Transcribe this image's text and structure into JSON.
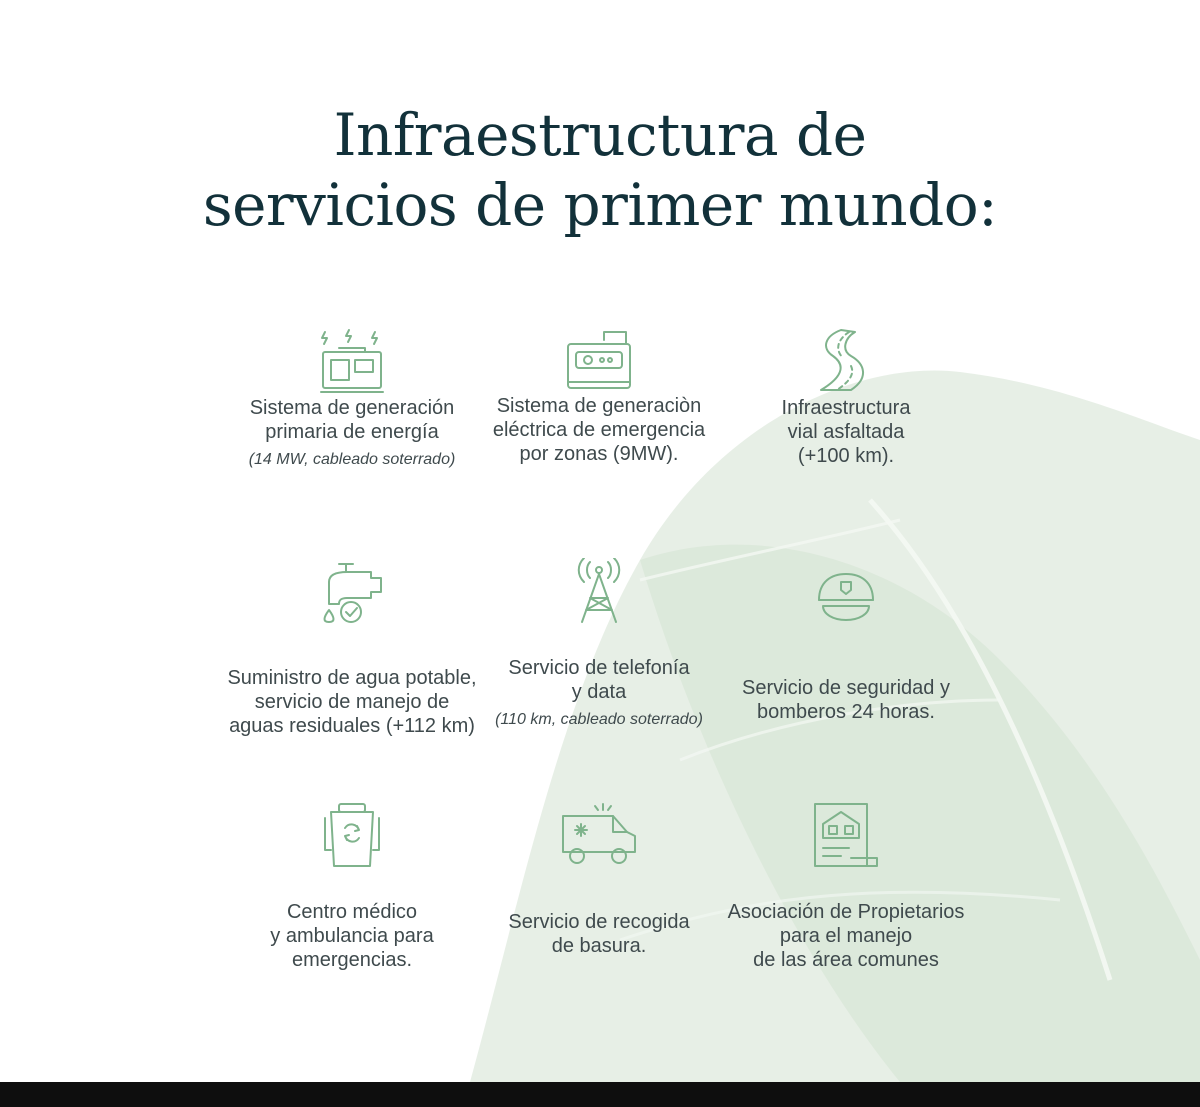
{
  "title": {
    "line1": "Infraestructura de",
    "line2": "servicios de primer mundo:"
  },
  "colors": {
    "title": "#12313a",
    "text": "#3f4a4d",
    "icon": "#7fb38c",
    "leaf": "#dbe7da",
    "footer": "#0e0e0e"
  },
  "services": [
    {
      "icon": "power-generator-icon",
      "lines": [
        "Sistema de generación",
        "primaria de energía"
      ],
      "note": "(14 MW, cableado soterrado)"
    },
    {
      "icon": "emergency-generator-icon",
      "lines": [
        "Sistema de generaciòn",
        "eléctrica de emergencia",
        "por zonas (9MW)."
      ],
      "note": ""
    },
    {
      "icon": "paved-road-icon",
      "lines": [
        "Infraestructura",
        "vial asfaltada",
        "(+100 km)."
      ],
      "note": ""
    },
    {
      "icon": "water-tap-icon",
      "lines": [
        "Suministro de agua potable,",
        "servicio de manejo de",
        "aguas residuales (+112 km)"
      ],
      "note": ""
    },
    {
      "icon": "telecom-tower-icon",
      "lines": [
        "Servicio de telefonía",
        "y data"
      ],
      "note": "(110 km, cableado soterrado)"
    },
    {
      "icon": "security-cap-icon",
      "lines": [
        "Servicio de seguridad y",
        "bomberos 24 horas."
      ],
      "note": ""
    },
    {
      "icon": "recycling-bin-icon",
      "lines": [
        "Centro médico",
        "y ambulancia para",
        "emergencias."
      ],
      "note": ""
    },
    {
      "icon": "ambulance-icon",
      "lines": [
        "Servicio de recogida",
        "de basura."
      ],
      "note": ""
    },
    {
      "icon": "house-document-icon",
      "lines": [
        "Asociación de Propietarios",
        "para el manejo",
        "de las área comunes"
      ],
      "note": ""
    }
  ]
}
